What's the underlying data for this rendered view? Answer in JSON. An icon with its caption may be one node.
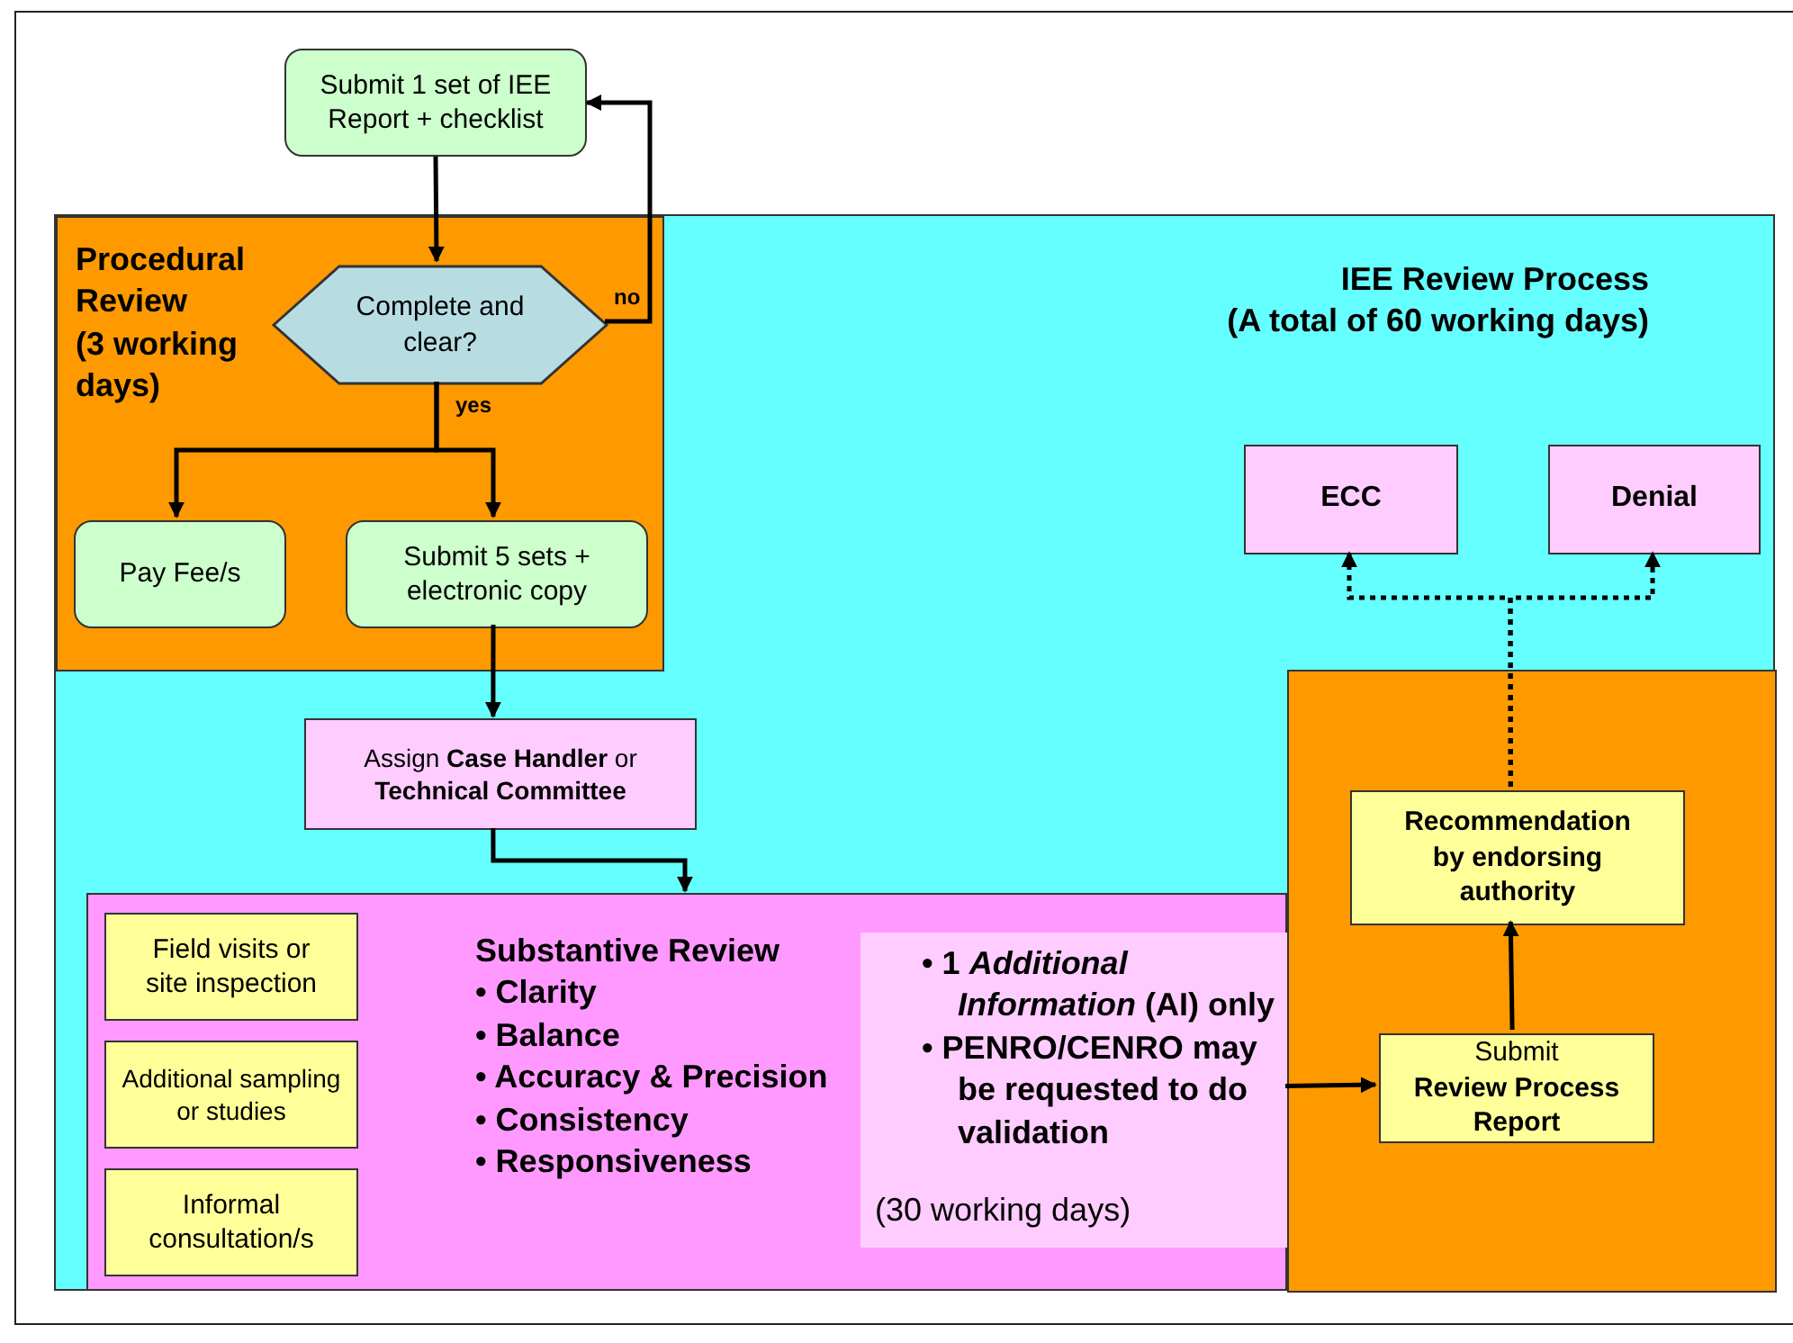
{
  "diagram": {
    "nodes": [
      {
        "text": [
          "IEE Review Process",
          "(A total of 60 working days)"
        ]
      },
      {
        "text": [
          "Procedural Review",
          "(3 working days)"
        ],
        "in": 0
      },
      {
        "text": [
          "Submit 1 set of IEE Report + checklist"
        ]
      },
      {
        "text": [
          "Complete and clear?"
        ],
        "in": 1
      },
      {
        "text": [
          "Pay Fee/s"
        ],
        "in": 1
      },
      {
        "text": [
          "Submit 5 sets + electronic copy"
        ],
        "in": 1
      },
      {
        "text": [
          "Assign **Case Handler** or **Technical Committee**"
        ],
        "in": 0
      },
      {
        "text": [
          "Substantive Review",
          "• Clarity",
          "• Balance",
          "• Accuracy & Precision",
          "• Consistency",
          "• Responsiveness"
        ],
        "in": 0
      },
      {
        "text": [
          "• 1 *Additional Information* (AI) only",
          "• PENRO/CENRO may be requested to do validation",
          "(30 working days)"
        ],
        "in": 7
      },
      {
        "text": [
          "Field visits or site inspection"
        ],
        "in": 7
      },
      {
        "text": [
          "Additional sampling or studies"
        ],
        "in": 7
      },
      {
        "text": [
          "Informal consultation/s"
        ],
        "in": 7
      },
      {
        "text": [],
        "shape": "box",
        "in": 0
      },
      {
        "text": [
          "Recommendation by endorsing authority"
        ],
        "in": 12
      },
      {
        "text": [
          "Submit",
          "Review Process Report"
        ],
        "in": 12
      },
      {
        "text": [
          "ECC"
        ],
        "in": 0
      },
      {
        "text": [
          "Denial"
        ],
        "in": 0
      }
    ],
    "edges": [
      {
        "from": 2,
        "to": 3,
        "arrow": "to"
      },
      {
        "from": 3,
        "to": 2,
        "arrow": "to",
        "label": "no"
      },
      {
        "from": 3,
        "to": 4,
        "arrow": "to"
      },
      {
        "from": 3,
        "to": 5,
        "arrow": "to",
        "label": "yes"
      },
      {
        "from": 5,
        "to": 6,
        "arrow": "to"
      },
      {
        "from": 6,
        "to": 7,
        "arrow": "to"
      },
      {
        "from": 7,
        "to": 14,
        "arrow": "to"
      },
      {
        "from": 14,
        "to": 13,
        "arrow": "to"
      },
      {
        "from": 13,
        "to": 15,
        "arrow": "to",
        "style": "dashed"
      },
      {
        "from": 13,
        "to": 16,
        "arrow": "to",
        "style": "dashed"
      }
    ]
  }
}
